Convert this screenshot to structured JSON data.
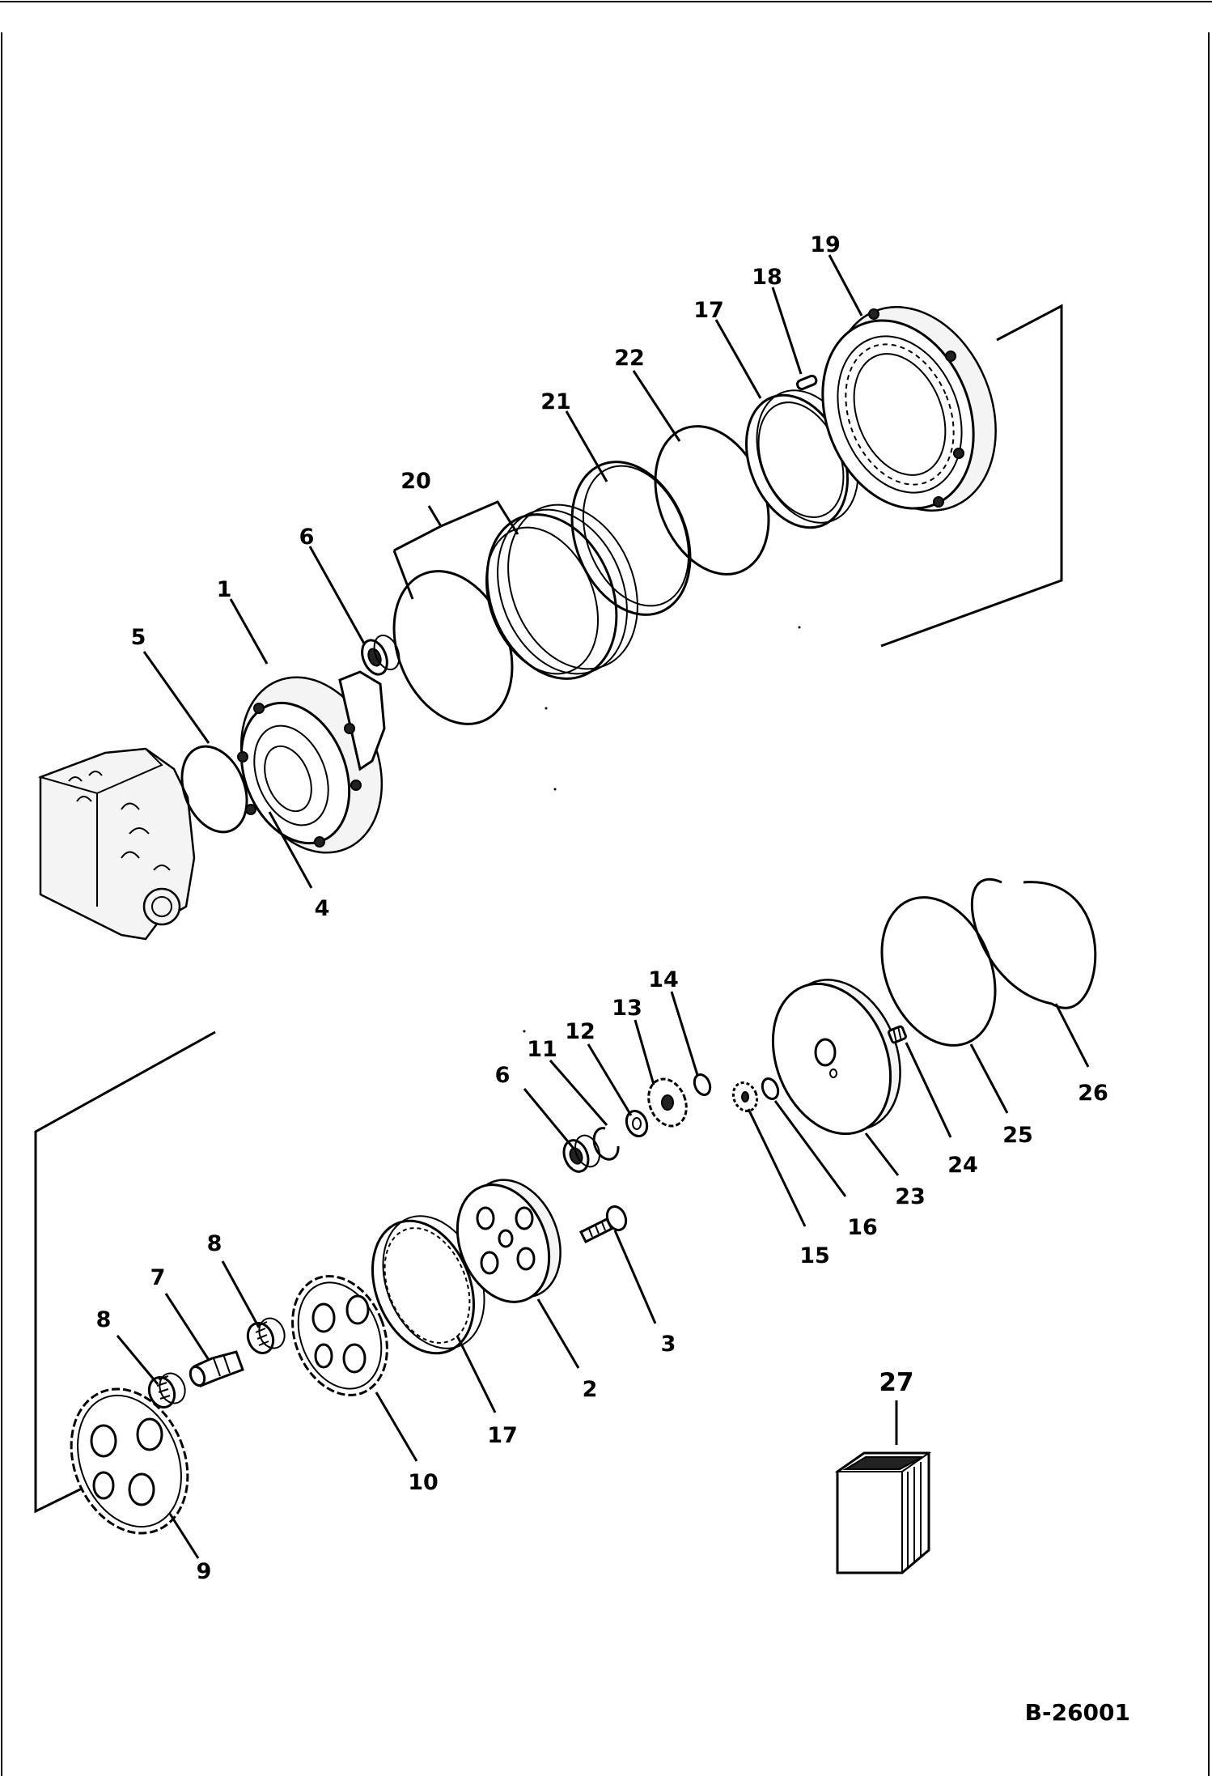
{
  "document_id": "B-26001",
  "callouts": [
    {
      "id": "c1",
      "text": "1"
    },
    {
      "id": "c2",
      "text": "2"
    },
    {
      "id": "c3",
      "text": "3"
    },
    {
      "id": "c4",
      "text": "4"
    },
    {
      "id": "c5",
      "text": "5"
    },
    {
      "id": "c6a",
      "text": "6"
    },
    {
      "id": "c6b",
      "text": "6"
    },
    {
      "id": "c7",
      "text": "7"
    },
    {
      "id": "c8a",
      "text": "8"
    },
    {
      "id": "c8b",
      "text": "8"
    },
    {
      "id": "c9",
      "text": "9"
    },
    {
      "id": "c10",
      "text": "10"
    },
    {
      "id": "c11",
      "text": "11"
    },
    {
      "id": "c12",
      "text": "12"
    },
    {
      "id": "c13",
      "text": "13"
    },
    {
      "id": "c14",
      "text": "14"
    },
    {
      "id": "c15",
      "text": "15"
    },
    {
      "id": "c16",
      "text": "16"
    },
    {
      "id": "c17a",
      "text": "17"
    },
    {
      "id": "c17b",
      "text": "17"
    },
    {
      "id": "c18",
      "text": "18"
    },
    {
      "id": "c19",
      "text": "19"
    },
    {
      "id": "c20",
      "text": "20"
    },
    {
      "id": "c21",
      "text": "21"
    },
    {
      "id": "c22",
      "text": "22"
    },
    {
      "id": "c23",
      "text": "23"
    },
    {
      "id": "c24",
      "text": "24"
    },
    {
      "id": "c25",
      "text": "25"
    },
    {
      "id": "c26",
      "text": "26"
    },
    {
      "id": "c27",
      "text": "27"
    }
  ]
}
